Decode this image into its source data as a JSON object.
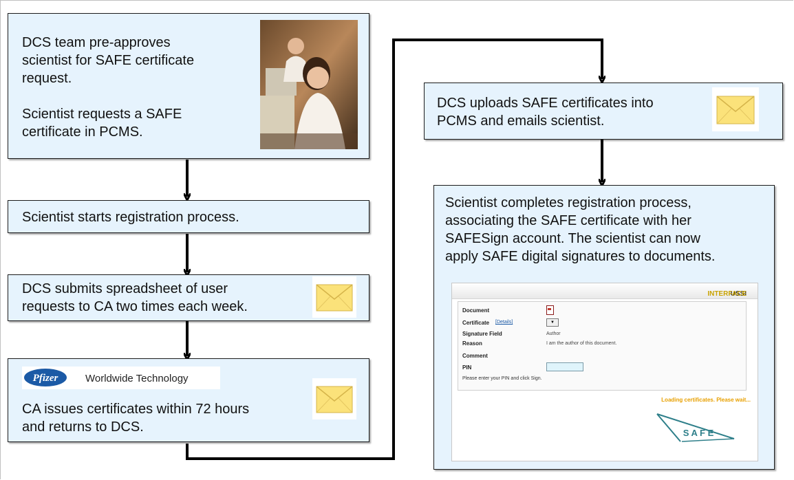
{
  "box1": {
    "line1": "DCS team pre-approves",
    "line2": "scientist for SAFE certificate",
    "line3": "request.",
    "line4": "Scientist requests a SAFE",
    "line5": "certificate in PCMS."
  },
  "box2": {
    "line1": "Scientist  starts registration process."
  },
  "box3": {
    "line1": "DCS submits spreadsheet of user",
    "line2": "requests to CA two times each week."
  },
  "box4": {
    "logo_brand": "Pfizer",
    "logo_text": "Worldwide Technology",
    "line1": "CA issues certificates within 72 hours",
    "line2": "and returns to DCS."
  },
  "box5": {
    "line1": "DCS uploads SAFE certificates into",
    "line2": "PCMS and emails scientist."
  },
  "box6": {
    "line1": "Scientist completes registration process,",
    "line2": "associating the SAFE certificate with her",
    "line3": "SAFESign account. The scientist can now",
    "line4": "apply SAFE digital signatures to documents."
  },
  "screenshot": {
    "header_a": "USSI",
    "header_b": "INTERFACE",
    "document_label": "Document",
    "certificate_label": "Certificate",
    "details_link": "[Details]",
    "signature_field_label": "Signature Field",
    "signature_field_value": "Author",
    "reason_label": "Reason",
    "reason_value": "I am the author of this document.",
    "comment_label": "Comment",
    "pin_label": "PIN",
    "instruction": "Please enter your PIN and click Sign.",
    "loading": "Loading certificates. Please wait...",
    "safe_logo": "S A F E"
  },
  "colors": {
    "box_fill": "#e6f3fd",
    "box_border": "#1a1a1a",
    "arrow": "#000000",
    "envelope": "#fbe27a",
    "interface_accent": "#c8a200",
    "loading_text": "#e8a000",
    "safe_logo": "#2e7f8a"
  }
}
